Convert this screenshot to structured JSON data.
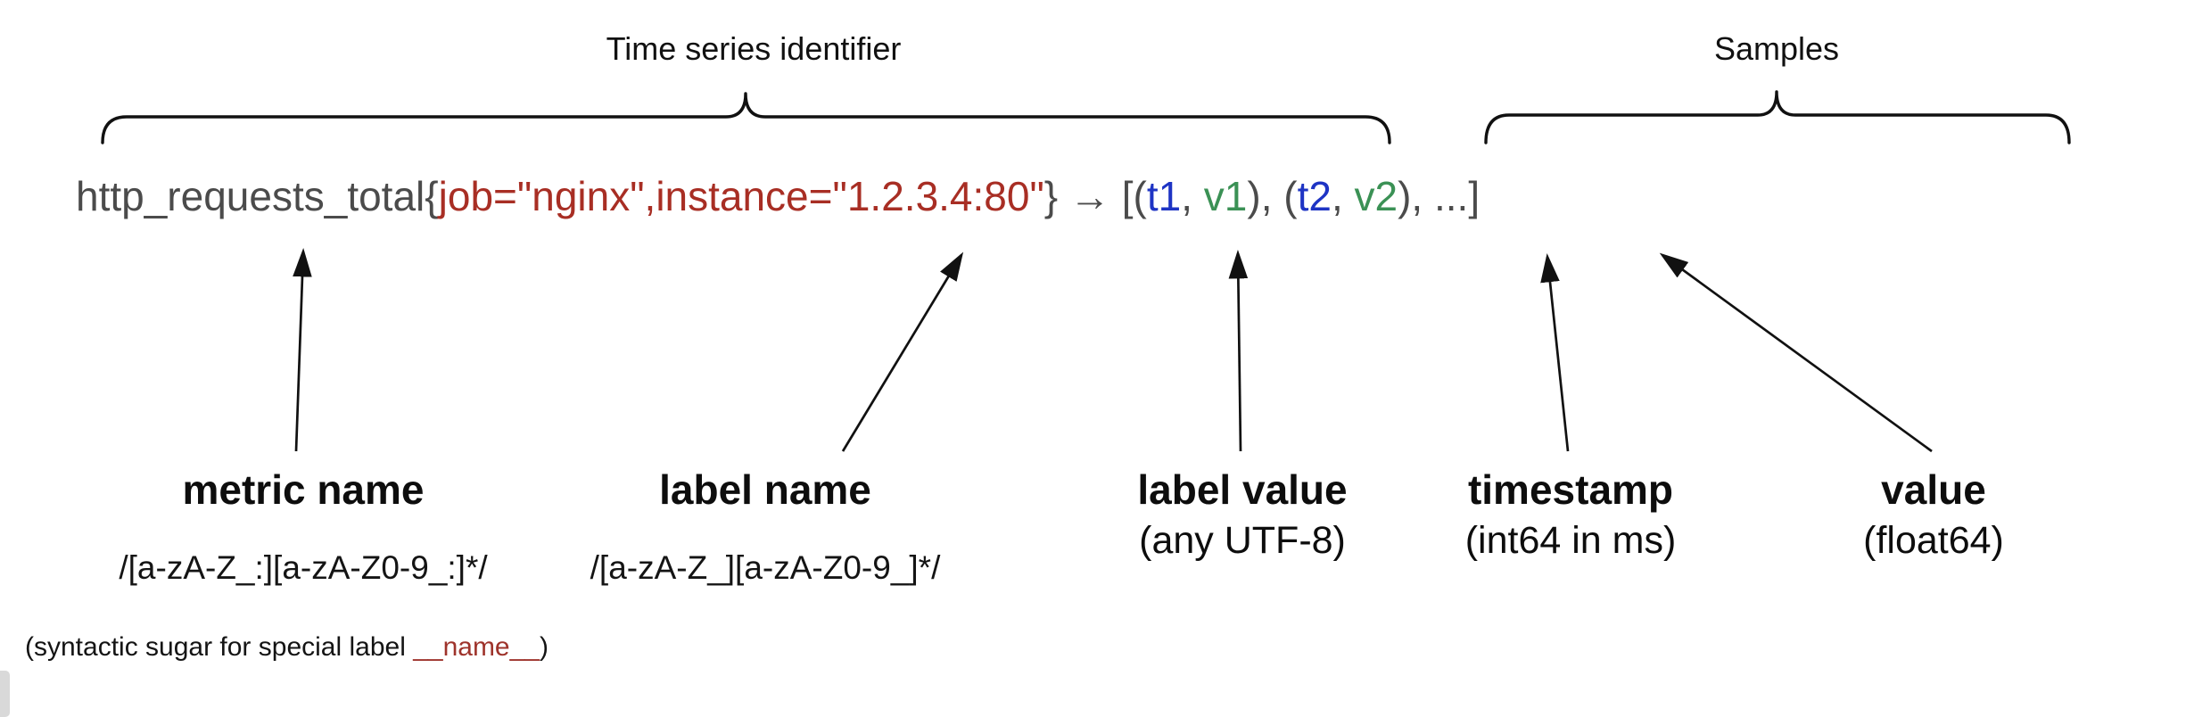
{
  "colors": {
    "ink": "#111111",
    "code_gray": "#4b4b4b",
    "code_red": "#a82e24",
    "code_blue": "#1e34c4",
    "code_green": "#3b9155",
    "footnote_red": "#9e332b",
    "edge_gray": "#d9d9d9"
  },
  "top_labels": {
    "identifier": "Time series identifier",
    "samples": "Samples"
  },
  "code": {
    "segments": [
      {
        "text": "http_requests_total",
        "role": "metric-name"
      },
      {
        "text": "{",
        "role": "open-brace"
      },
      {
        "text": "job=\"nginx\",instance=\"1.2.3.4:80\"",
        "role": "labels"
      },
      {
        "text": "}",
        "role": "close-brace"
      },
      {
        "text": " → ",
        "role": "maps-to-arrow"
      },
      {
        "text": "[(",
        "role": "open-brackets"
      },
      {
        "text": "t1",
        "role": "timestamp-1"
      },
      {
        "text": ", ",
        "role": "separator"
      },
      {
        "text": "v1",
        "role": "value-1"
      },
      {
        "text": "), (",
        "role": "separator"
      },
      {
        "text": "t2",
        "role": "timestamp-2"
      },
      {
        "text": ", ",
        "role": "separator"
      },
      {
        "text": "v2",
        "role": "value-2"
      },
      {
        "text": "), ...]",
        "role": "ellipsis-close"
      }
    ]
  },
  "callouts": [
    {
      "id": "metric-name",
      "title": "metric name",
      "subtitle": "/[a-zA-Z_:][a-zA-Z0-9_:]*/",
      "subtitle_kind": "regex"
    },
    {
      "id": "label-name",
      "title": "label name",
      "subtitle": "/[a-zA-Z_][a-zA-Z0-9_]*/",
      "subtitle_kind": "regex"
    },
    {
      "id": "label-value",
      "title": "label value",
      "subtitle": "(any UTF-8)",
      "subtitle_kind": "paren"
    },
    {
      "id": "timestamp",
      "title": "timestamp",
      "subtitle": "(int64 in ms)",
      "subtitle_kind": "paren"
    },
    {
      "id": "value",
      "title": "value",
      "subtitle": "(float64)",
      "subtitle_kind": "paren"
    }
  ],
  "footnote": {
    "prefix": "(syntactic sugar for special label ",
    "highlight": "__name__",
    "suffix": ")"
  }
}
